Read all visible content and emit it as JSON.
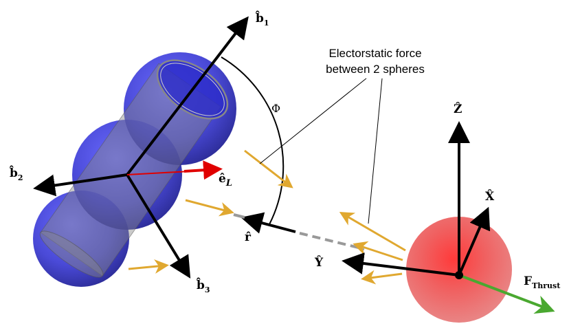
{
  "labels": {
    "b1": "b̂",
    "b1_sub": "1",
    "b2": "b̂",
    "b2_sub": "2",
    "b3": "b̂",
    "b3_sub": "3",
    "eL": "ê",
    "eL_sub": "L",
    "phi": "Φ",
    "r": "r̂",
    "Z": "Ẑ",
    "X": "X̂",
    "Y": "Ŷ",
    "F": "F",
    "F_sub": "Thrust"
  },
  "annotation": {
    "line1": "Electorstatic force",
    "line2": "between 2 spheres"
  },
  "colors": {
    "sphere_blue": "#2323c8",
    "sphere_red": "#ee5050",
    "force_arrow": "#e0a830",
    "e_L_arrow": "#e00000",
    "thrust_arrow": "#4aa830",
    "axis": "#000000",
    "dashed_line": "#9a9a9a"
  }
}
